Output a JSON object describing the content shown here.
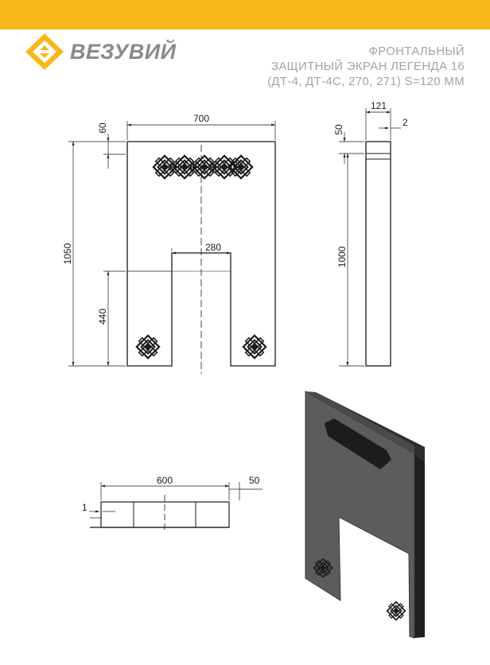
{
  "colors": {
    "accent": "#f7b81c",
    "text_grey": "#a3a3a3",
    "logo_grey": "#8a8a8a",
    "panel": "#5c5c5e",
    "panel_dark": "#2d2d2d"
  },
  "brand": {
    "name": "ВЕЗУВИЙ",
    "logo_icon": "vezuviy-logo-icon"
  },
  "title": {
    "line1": "ФРОНТАЛЬНЫЙ",
    "line2": "ЗАЩИТНЫЙ ЭКРАН ЛЕГЕНДА 16",
    "line3": "(ДТ-4, ДТ-4С, 270, 271) S=120 ММ"
  },
  "front_view": {
    "width": "700",
    "height": "1050",
    "top_offset": "60",
    "opening_width": "280",
    "opening_height": "440"
  },
  "side_view": {
    "depth": "121",
    "gap": "2",
    "top_offset": "50",
    "height": "1000"
  },
  "top_view": {
    "width": "600",
    "offset": "50",
    "thickness": "1"
  },
  "ornament_icon": "celtic-knot-ornament-icon"
}
